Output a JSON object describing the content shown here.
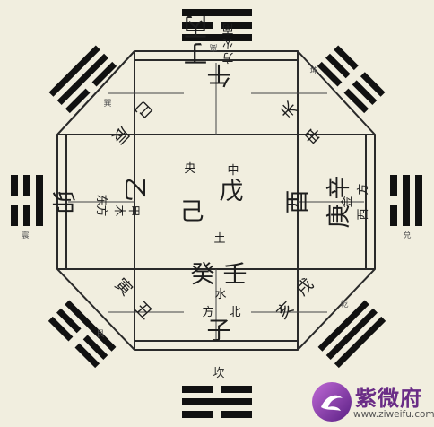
{
  "trigram_labels": {
    "south": "离",
    "southwest": "坤",
    "west": "兑",
    "northwest": "乾",
    "north": "坎",
    "northeast": "艮",
    "east": "震",
    "southeast": "巽"
  },
  "center": {
    "stem_wu": "戊",
    "stem_ji": "己",
    "dir_zhong": "中",
    "dir_yang": "央",
    "element": "土"
  },
  "south": {
    "branch": "午",
    "stem_bing": "丙",
    "stem_ding": "丁",
    "element": "火",
    "dir_nan": "南",
    "dir_fang": "方"
  },
  "north": {
    "branch": "子",
    "stem_ren": "壬",
    "stem_gui": "癸",
    "element": "水",
    "dir_bei": "北",
    "dir_fang": "方"
  },
  "east": {
    "branch": "卯",
    "stem_jia": "甲",
    "stem_yi": "乙",
    "element": "木",
    "dir_dong": "东",
    "dir_fang": "方"
  },
  "west": {
    "branch": "酉",
    "stem_geng": "庚",
    "stem_xin": "辛",
    "element": "金",
    "dir_xi": "西",
    "dir_fang": "方"
  },
  "branches": {
    "si": "巳",
    "chen": "辰",
    "wei": "未",
    "shen": "申",
    "xu": "戌",
    "hai": "亥",
    "chou": "丑",
    "yin": "寅"
  },
  "logo": {
    "name": "紫微府",
    "url": "www.ziweifu.com"
  }
}
